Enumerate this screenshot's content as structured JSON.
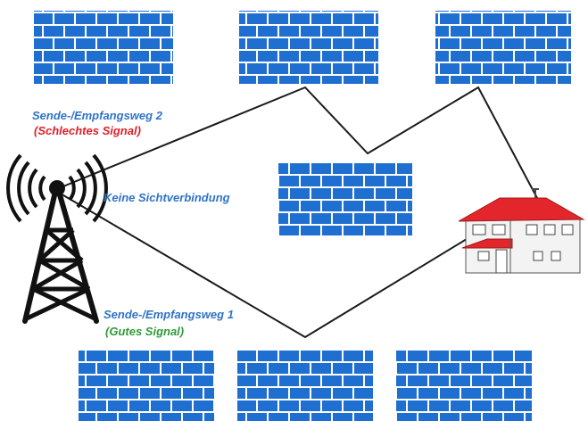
{
  "labels": {
    "path2": "Sende-/Empfangsweg 2",
    "path2_quality": "(Schlechtes Signal)",
    "no_sight": "Keine Sichtverbindung",
    "path1": "Sende-/Empfangsweg 1",
    "path1_quality": "(Gutes Signal)"
  },
  "colors": {
    "brick": "#1f6fd0",
    "roof": "#e3262b",
    "line": "#1a1a1a",
    "blue_text": "#2f73c8",
    "red_text": "#e0202a",
    "green_text": "#2f9a3a"
  },
  "icons": [
    "radio-tower-icon",
    "house-icon",
    "brick-wall-icon"
  ]
}
